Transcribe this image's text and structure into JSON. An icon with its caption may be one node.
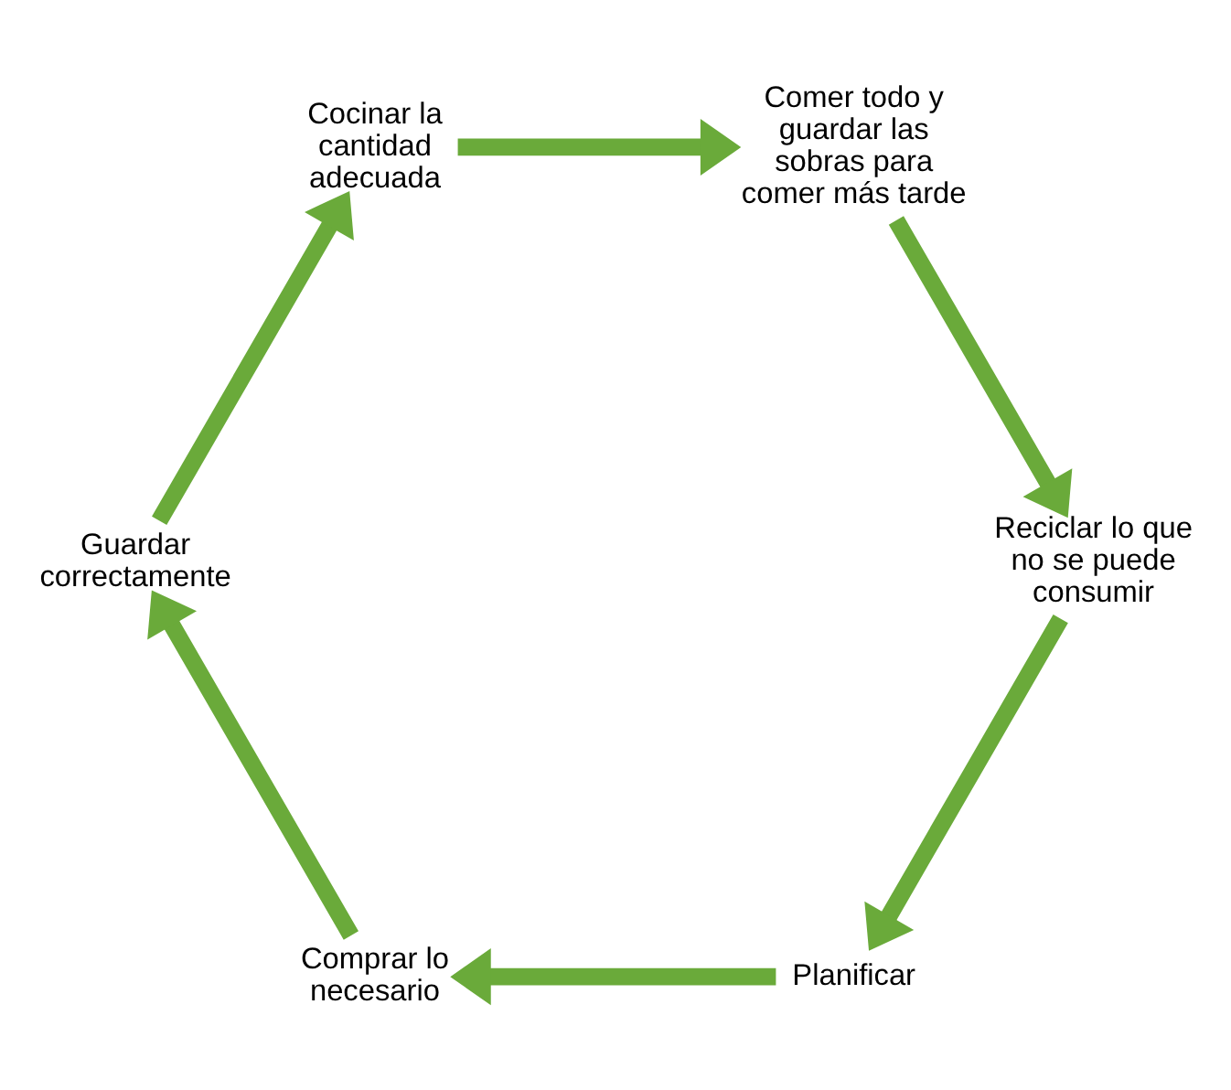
{
  "diagram": {
    "nodes": [
      {
        "text": [
          "Planificar"
        ]
      },
      {
        "text": [
          "Comprar lo necesario"
        ]
      },
      {
        "text": [
          "Guardar correctamente"
        ]
      },
      {
        "text": [
          "Cocinar la cantidad adecuada"
        ]
      },
      {
        "text": [
          "Comer todo y guardar las sobras para comer más tarde"
        ]
      },
      {
        "text": [
          "Reciclar lo que no se puede consumir"
        ]
      }
    ],
    "edges": [
      {
        "from": 0,
        "to": 1,
        "arrow": "to"
      },
      {
        "from": 1,
        "to": 2,
        "arrow": "to"
      },
      {
        "from": 2,
        "to": 3,
        "arrow": "to"
      },
      {
        "from": 3,
        "to": 4,
        "arrow": "to"
      },
      {
        "from": 4,
        "to": 5,
        "arrow": "to"
      },
      {
        "from": 5,
        "to": 0,
        "arrow": "to"
      }
    ]
  }
}
